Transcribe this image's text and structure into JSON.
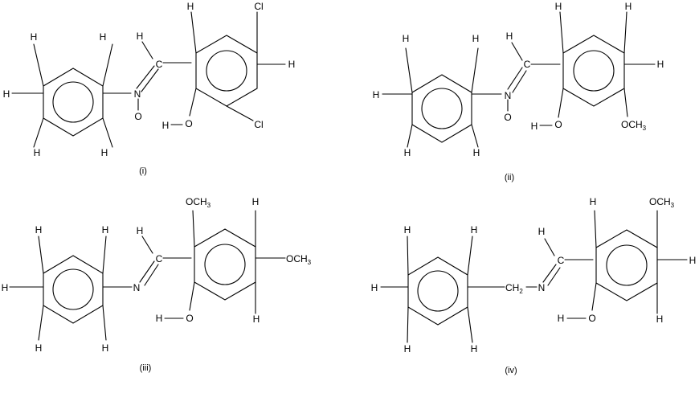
{
  "structures": [
    {
      "caption": "(i)",
      "labels": {
        "h_a": "H",
        "h_b": "H",
        "h_c": "H",
        "h_d": "H",
        "h_e": "H",
        "h_imine": "H",
        "c_imine": "C",
        "n": "N",
        "o_n": "O",
        "h_r2": "H",
        "cl_1": "Cl",
        "h_r2b": "H",
        "cl_2": "Cl",
        "h_oh": "H",
        "o_oh": "O"
      }
    },
    {
      "caption": "(ii)",
      "labels": {
        "h_a": "H",
        "h_b": "H",
        "h_c": "H",
        "h_d": "H",
        "h_e": "H",
        "h_imine": "H",
        "c_imine": "C",
        "n": "N",
        "o_n": "O",
        "h_r2a": "H",
        "h_r2b": "H",
        "h_r2c": "H",
        "h_oh": "H",
        "o_oh": "O",
        "och3": "OCH",
        "och3_sub": "3"
      }
    },
    {
      "caption": "(iii)",
      "labels": {
        "h_a": "H",
        "h_b": "H",
        "h_c": "H",
        "h_d": "H",
        "h_e": "H",
        "h_imine": "H",
        "c_imine": "C",
        "n": "N",
        "och3_top": "OCH",
        "och3_top_sub": "3",
        "h_r2a": "H",
        "och3_right": "OCH",
        "och3_right_sub": "3",
        "h_r2b": "H",
        "h_oh": "H",
        "o_oh": "O"
      }
    },
    {
      "caption": "(iv)",
      "labels": {
        "h_a": "H",
        "h_b": "H",
        "h_c": "H",
        "h_d": "H",
        "h_e": "H",
        "ch2": "CH",
        "ch2_sub": "2",
        "h_imine": "H",
        "c_imine": "C",
        "n": "N",
        "h_r2a": "H",
        "och3": "OCH",
        "och3_sub": "3",
        "h_r2b": "H",
        "h_r2c": "H",
        "h_oh": "H",
        "o_oh": "O"
      }
    }
  ]
}
